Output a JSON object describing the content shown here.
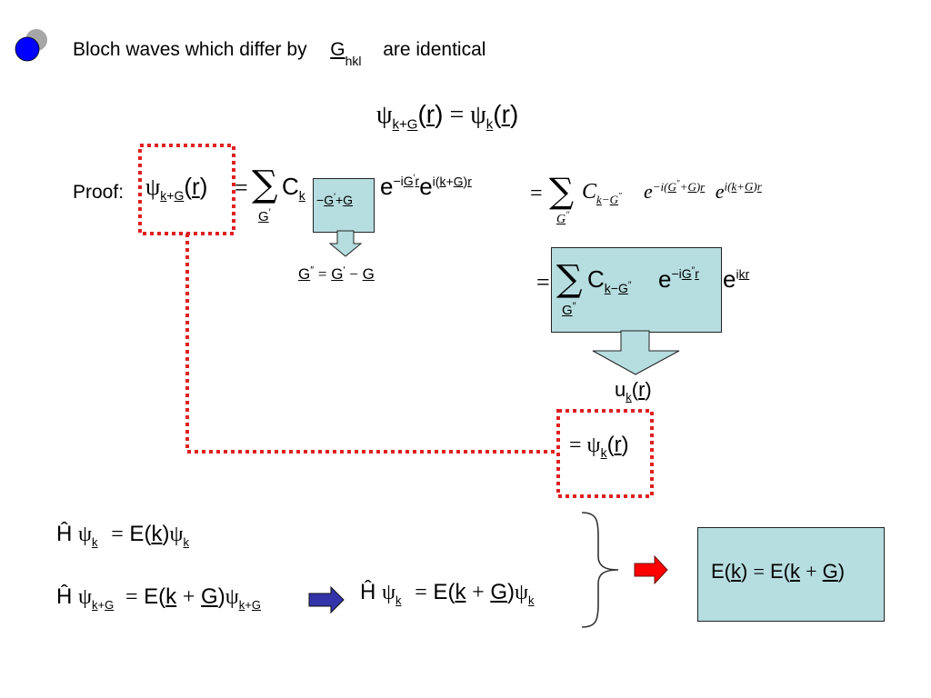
{
  "heading": {
    "text_before": "Bloch waves which differ by",
    "G_letter": "G",
    "G_subscript": "hkl",
    "text_after": "are identical"
  },
  "proof_label": "Proof:",
  "bottom_result": {
    "text": "E(k) = E(k + G)"
  },
  "colors": {
    "bullet_front": "#0000ff",
    "bullet_back": "#a6a6a6",
    "dotted_red": "#e02020",
    "box_fill": "#b6dde0",
    "red_arrow": "#ff0000",
    "blue_arrow": "#3333aa"
  },
  "icons": {
    "bullet": "bullet-circle-icon",
    "down_arrow": "down-arrow-icon",
    "red_right_arrow": "red-right-arrow-icon",
    "blue_right_arrow": "blue-right-arrow-icon",
    "brace": "right-curly-brace-icon"
  }
}
